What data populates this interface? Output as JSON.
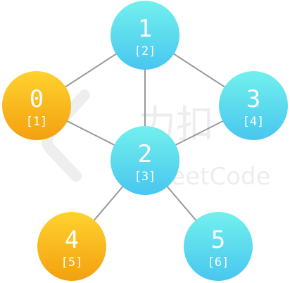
{
  "graph": {
    "nodes": [
      {
        "id": "1",
        "label": "1",
        "sublabel": "[2]",
        "color": "cyan"
      },
      {
        "id": "0",
        "label": "0",
        "sublabel": "[1]",
        "color": "orange"
      },
      {
        "id": "3",
        "label": "3",
        "sublabel": "[4]",
        "color": "cyan"
      },
      {
        "id": "2",
        "label": "2",
        "sublabel": "[3]",
        "color": "cyan"
      },
      {
        "id": "4",
        "label": "4",
        "sublabel": "[5]",
        "color": "orange"
      },
      {
        "id": "5",
        "label": "5",
        "sublabel": "[6]",
        "color": "cyan"
      }
    ],
    "edges": [
      {
        "from": "1",
        "to": "0"
      },
      {
        "from": "1",
        "to": "2"
      },
      {
        "from": "1",
        "to": "3"
      },
      {
        "from": "0",
        "to": "2"
      },
      {
        "from": "3",
        "to": "2"
      },
      {
        "from": "2",
        "to": "4"
      },
      {
        "from": "2",
        "to": "5"
      }
    ]
  },
  "colors": {
    "cyan_top": "#72f0ee",
    "cyan_bottom": "#48c6ef",
    "orange_top": "#ffd22e",
    "orange_bottom": "#f3a010",
    "edge": "#999999",
    "watermark": "#ececec"
  },
  "watermark": {
    "chinese": "力扣",
    "english": "LeetCode"
  }
}
